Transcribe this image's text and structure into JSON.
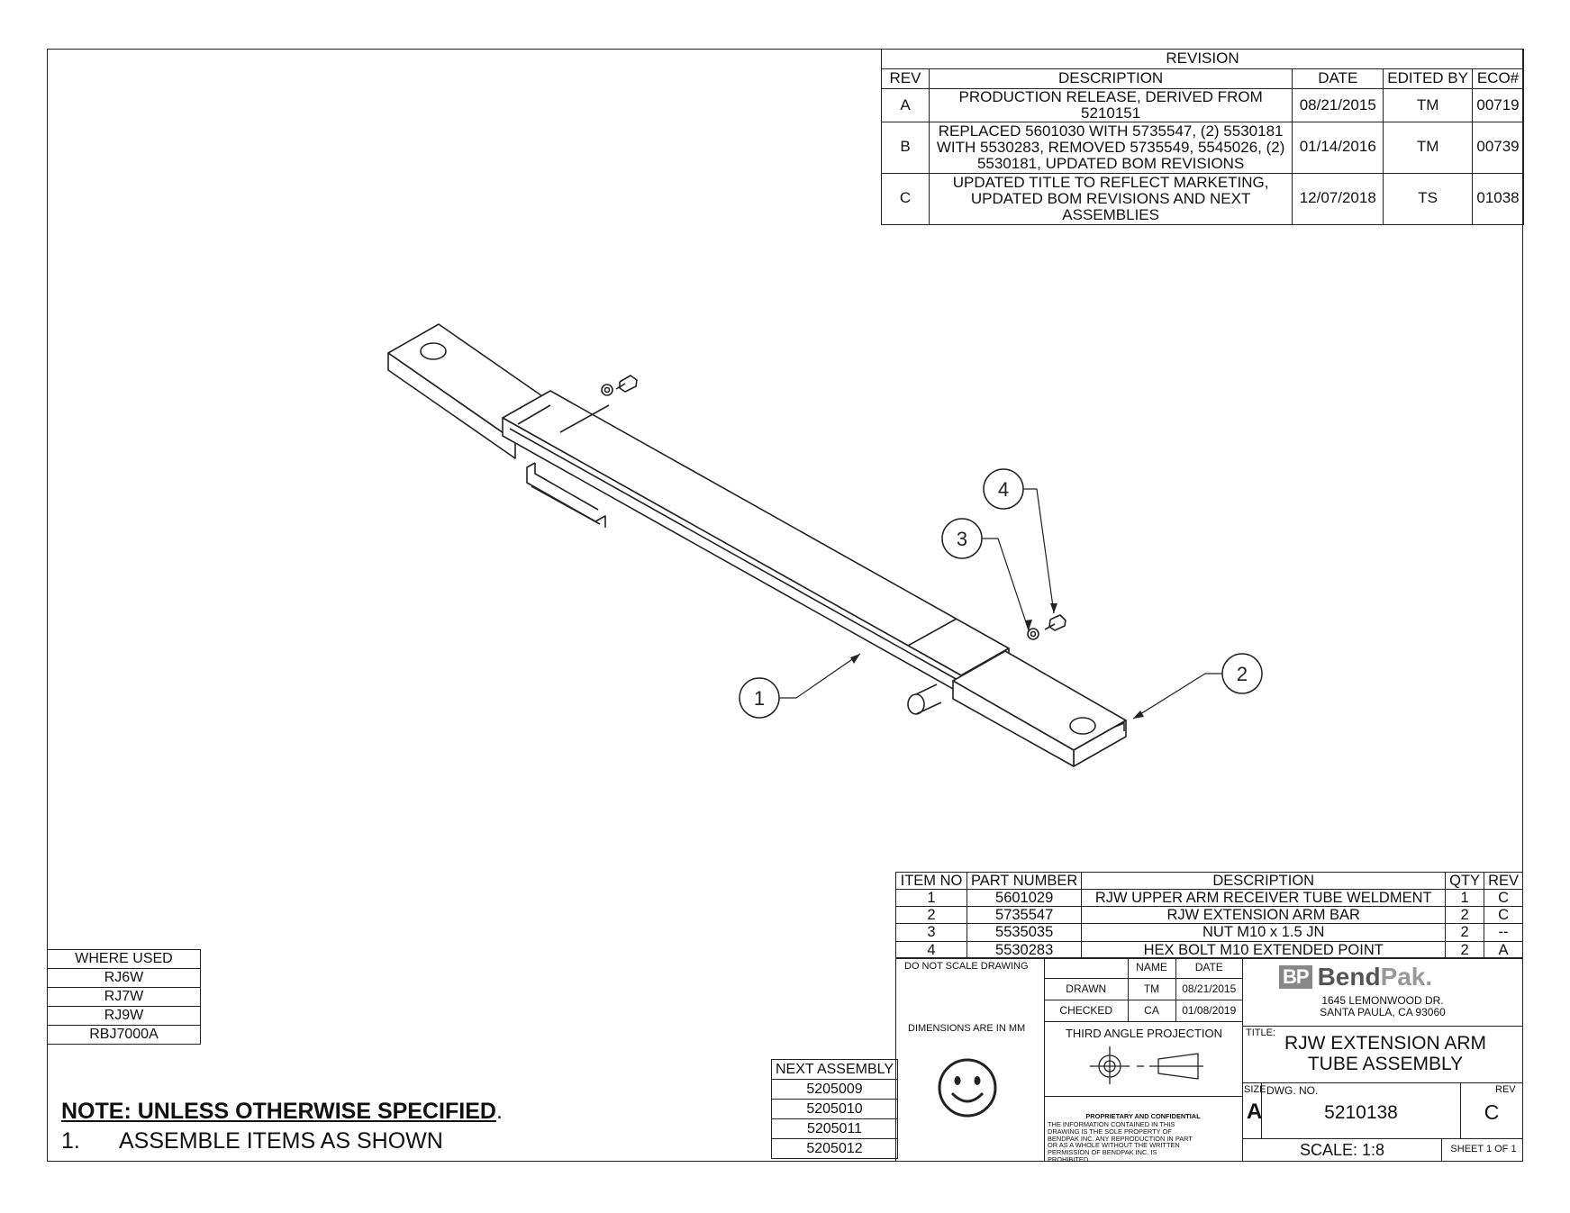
{
  "revision": {
    "title": "REVISION",
    "headers": [
      "REV",
      "DESCRIPTION",
      "DATE",
      "EDITED BY",
      "ECO#"
    ],
    "rows": [
      {
        "rev": "A",
        "description": "PRODUCTION RELEASE, DERIVED FROM 5210151",
        "date": "08/21/2015",
        "edited_by": "TM",
        "eco": "00719"
      },
      {
        "rev": "B",
        "description": "REPLACED 5601030 WITH 5735547, (2) 5530181 WITH 5530283, REMOVED 5735549, 5545026, (2) 5530181, UPDATED BOM REVISIONS",
        "date": "01/14/2016",
        "edited_by": "TM",
        "eco": "00739"
      },
      {
        "rev": "C",
        "description": "UPDATED TITLE TO REFLECT MARKETING, UPDATED BOM REVISIONS AND NEXT ASSEMBLIES",
        "date": "12/07/2018",
        "edited_by": "TS",
        "eco": "01038"
      }
    ]
  },
  "balloons": [
    "1",
    "2",
    "3",
    "4"
  ],
  "bom": {
    "headers": [
      "ITEM NO",
      "PART NUMBER",
      "DESCRIPTION",
      "QTY",
      "REV"
    ],
    "rows": [
      {
        "item": "1",
        "part": "5601029",
        "description": "RJW UPPER ARM RECEIVER TUBE WELDMENT",
        "qty": "1",
        "rev": "C"
      },
      {
        "item": "2",
        "part": "5735547",
        "description": "RJW EXTENSION ARM BAR",
        "qty": "2",
        "rev": "C"
      },
      {
        "item": "3",
        "part": "5535035",
        "description": "NUT M10 x 1.5 JN",
        "qty": "2",
        "rev": "--"
      },
      {
        "item": "4",
        "part": "5530283",
        "description": "HEX BOLT M10 EXTENDED POINT",
        "qty": "2",
        "rev": "A"
      }
    ]
  },
  "where_used": {
    "title": "WHERE USED",
    "items": [
      "RJ6W",
      "RJ7W",
      "RJ9W",
      "RBJ7000A"
    ]
  },
  "next_assembly": {
    "title": "NEXT ASSEMBLY",
    "items": [
      "5205009",
      "5205010",
      "5205011",
      "5205012"
    ]
  },
  "title_block": {
    "do_not_scale": "DO NOT SCALE DRAWING",
    "dimensions": "DIMENSIONS ARE IN MM",
    "name_header": "NAME",
    "date_header": "DATE",
    "drawn_label": "DRAWN",
    "drawn_name": "TM",
    "drawn_date": "08/21/2015",
    "checked_label": "CHECKED",
    "checked_name": "CA",
    "checked_date": "01/08/2019",
    "projection": "THIRD ANGLE PROJECTION",
    "proprietary_title": "PROPRIETARY AND CONFIDENTIAL",
    "proprietary_text": "THE INFORMATION CONTAINED IN THIS DRAWING IS THE SOLE PROPERTY OF BENDPAK INC. ANY REPRODUCTION IN PART OR AS A WHOLE WITHOUT THE WRITTEN PERMISSION OF BENDPAK INC. IS PROHIBITED.",
    "logo_mark": "BP",
    "logo_word_1": "Bend",
    "logo_word_2": "Pak.",
    "address_1": "1645 LEMONWOOD DR.",
    "address_2": "SANTA PAULA, CA 93060",
    "title_label": "TITLE:",
    "title_1": "RJW EXTENSION ARM",
    "title_2": "TUBE ASSEMBLY",
    "size_label": "SIZE",
    "size": "A",
    "dwg_label": "DWG. NO.",
    "dwg_no": "5210138",
    "rev_label": "REV",
    "rev": "C",
    "scale": "SCALE: 1:8",
    "sheet": "SHEET 1 OF 1"
  },
  "notes": {
    "heading": "NOTE: UNLESS OTHERWISE SPECIFIED",
    "items": [
      {
        "num": "1.",
        "text": "ASSEMBLE ITEMS AS SHOWN"
      }
    ]
  }
}
